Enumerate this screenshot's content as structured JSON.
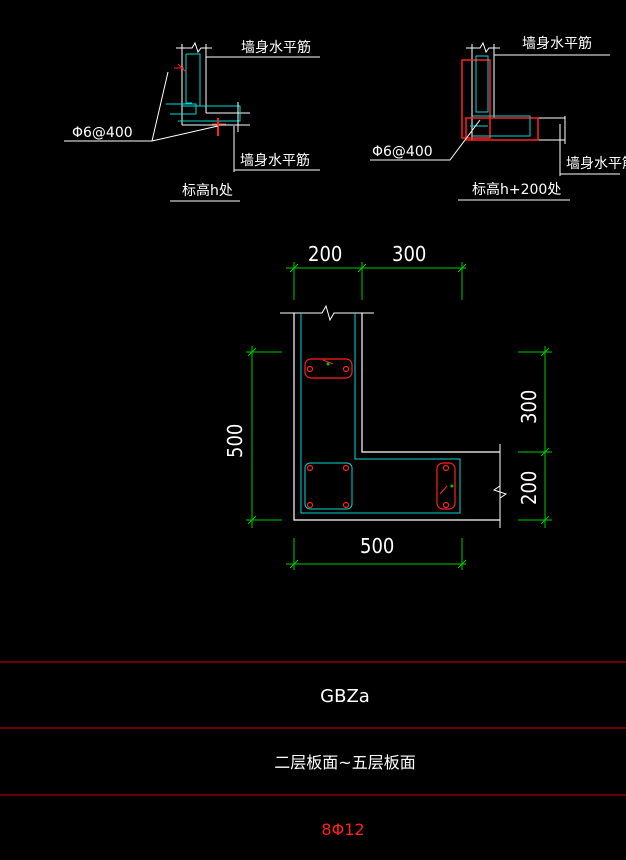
{
  "details": {
    "left": {
      "wall_rebar_top": "墙身水平筋",
      "wall_rebar_bottom": "墙身水平筋",
      "stirrup": "Φ6@400",
      "elevation": "标高h处"
    },
    "right": {
      "wall_rebar_top": "墙身水平筋",
      "wall_rebar_bottom": "墙身水平筋",
      "stirrup": "Φ6@400",
      "elevation": "标高h+200处"
    }
  },
  "section": {
    "dim_top_left": "200",
    "dim_top_right": "300",
    "dim_left": "500",
    "dim_right_top": "300",
    "dim_right_bottom": "200",
    "dim_bottom": "500"
  },
  "table": {
    "name": "GBZa",
    "floors": "二层板面~五层板面",
    "rebar": "8Φ12"
  },
  "colors": {
    "background": "#000000",
    "concrete_outline": "#ffffff",
    "rebar_outline": "#00d8d8",
    "rebar_red": "#ff2020",
    "dimension": "#00c800",
    "table_line": "#d00000",
    "rebar_text": "#ff2020"
  }
}
